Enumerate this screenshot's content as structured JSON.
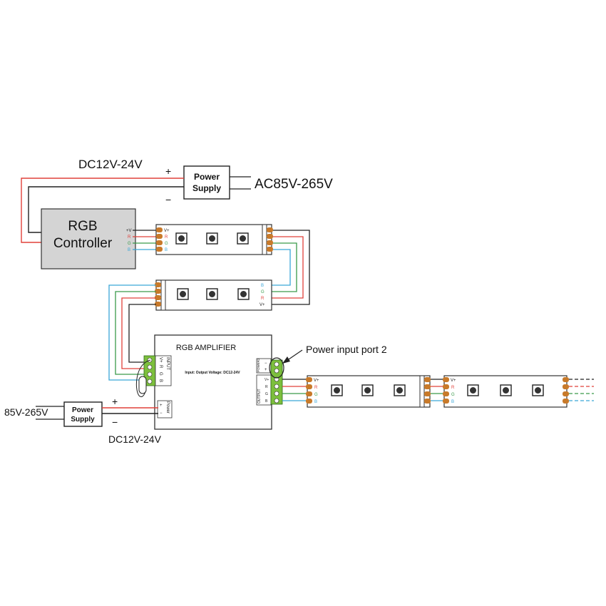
{
  "top": {
    "dc_voltage": "DC12V-24V",
    "plus": "+",
    "minus": "−",
    "power_supply_line1": "Power",
    "power_supply_line2": "Supply",
    "ac_voltage": "AC85V-265V"
  },
  "controller": {
    "title_line1": "RGB",
    "title_line2": "Controller",
    "pins": [
      "+V",
      "R",
      "G",
      "B"
    ]
  },
  "strip_pins": {
    "forward": [
      "V+",
      "R",
      "G",
      "B"
    ],
    "reverse": [
      "B",
      "G",
      "R",
      "V+"
    ]
  },
  "amplifier": {
    "title": "RGB AMPLIFIER",
    "spec": "Input: Output Voltage: DC12-24V",
    "input_label": "INPUT",
    "input_pins": [
      "V+",
      "R",
      "G",
      "B"
    ],
    "output_label": "OUTPUT",
    "output_pins": [
      "V+",
      "R",
      "G",
      "B"
    ],
    "power_label": "Power",
    "power_pins": [
      "+",
      "−"
    ],
    "power2_label": "POWER2",
    "power2_pins": [
      "−",
      "+"
    ]
  },
  "callout": {
    "text": "Power input port 2"
  },
  "bottom": {
    "ac_voltage": "85V-265V",
    "power_supply_line1": "Power",
    "power_supply_line2": "Supply",
    "plus": "+",
    "minus": "−",
    "dc_voltage": "DC12V-24V"
  },
  "colors": {
    "red": "#e0403a",
    "green": "#3a9a4a",
    "blue": "#3aa6d8",
    "black": "#222222",
    "terminal": "#7cbf3c",
    "pad": "#c87a2a",
    "controller_fill": "#d4d4d4"
  }
}
